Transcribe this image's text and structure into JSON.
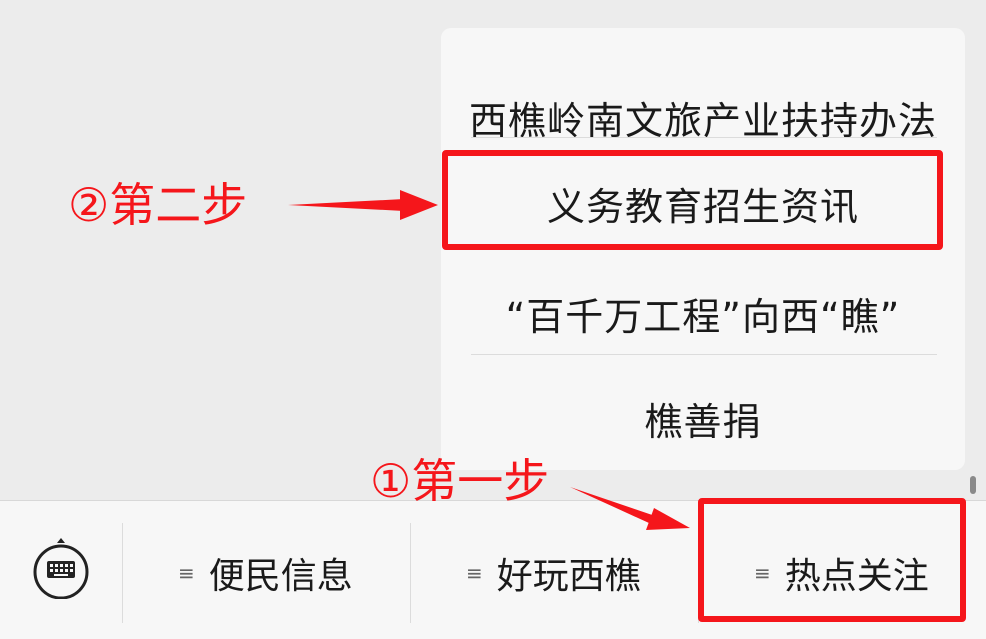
{
  "popup_menu": {
    "items": [
      {
        "label": "西樵岭南文旅产业扶持办法"
      },
      {
        "label": "义务教育招生资讯"
      },
      {
        "label": "“百千万工程”向西“瞧”"
      },
      {
        "label": "樵善捐"
      }
    ]
  },
  "bottom_menu": {
    "tabs": [
      {
        "label": "便民信息"
      },
      {
        "label": "好玩西樵"
      },
      {
        "label": "热点关注"
      }
    ],
    "lines_icon": "≡"
  },
  "annotations": {
    "step1": "①第一步",
    "step2": "②第二步",
    "color": "#f5161b"
  },
  "icons": {
    "keyboard": "keyboard-icon",
    "menu_lines": "menu-lines-icon"
  }
}
